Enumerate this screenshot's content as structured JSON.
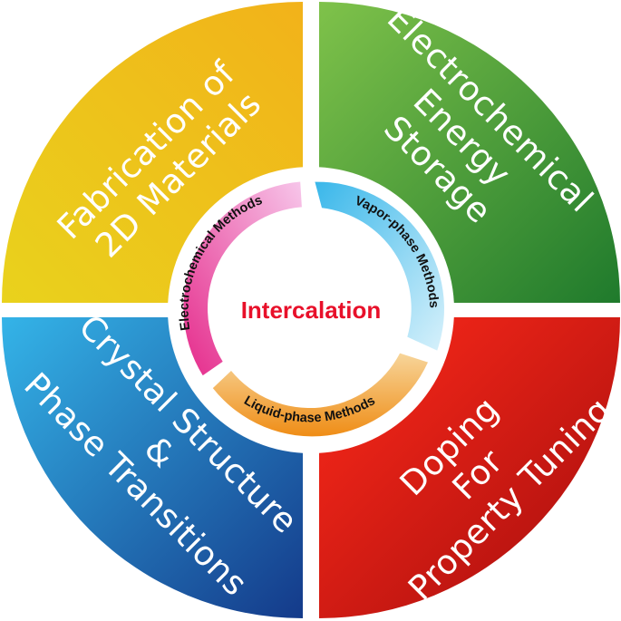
{
  "center": {
    "label": "Intercalation"
  },
  "quadrants": [
    {
      "id": "fabrication",
      "lines": [
        "Fabrication of",
        "2D Materials"
      ]
    },
    {
      "id": "energy",
      "lines": [
        "Electrochemical",
        "Energy",
        "Storage"
      ]
    },
    {
      "id": "crystal",
      "lines": [
        "Crystal Structure",
        "&",
        "Phase Transitions"
      ]
    },
    {
      "id": "doping",
      "lines": [
        "Doping",
        "For",
        "Property Tuning"
      ]
    }
  ],
  "methods": [
    {
      "id": "electrochemical",
      "label": "Electrochemical Methods"
    },
    {
      "id": "vapor",
      "label": "Vapor-phase Methods"
    },
    {
      "id": "liquid",
      "label": "Liquid-phase Methods"
    }
  ],
  "colors": {
    "fabrication": [
      "#e9d21c",
      "#f2b21a"
    ],
    "energy": [
      "#7fc24a",
      "#1f7a2c"
    ],
    "crystal": [
      "#34b4e8",
      "#143a8a"
    ],
    "doping": [
      "#ff2a1a",
      "#a30d0d"
    ],
    "electrochemical": [
      "#e52a8a",
      "#f7c6ea"
    ],
    "vapor": [
      "#39b7ea",
      "#d7f1fb"
    ],
    "liquid": [
      "#f7d59a",
      "#ef8d16"
    ],
    "center_text": "#e8102a"
  }
}
